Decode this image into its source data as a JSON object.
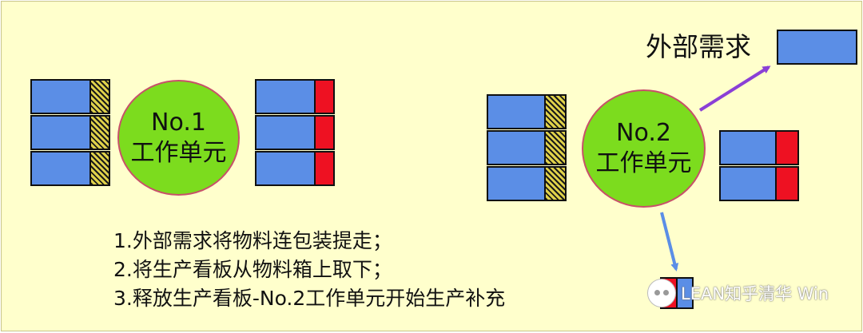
{
  "cell1": {
    "line1": "No.1",
    "line2": "工作单元"
  },
  "cell2": {
    "line1": "No.2",
    "line2": "工作单元"
  },
  "external_demand": "外部需求",
  "steps": [
    "1.外部需求将物料连包装提走；",
    "2.将生产看板从物料箱上取下；",
    "3.释放生产看板-No.2工作单元开始生产补充"
  ],
  "watermark": "LEAN知乎清华 Win",
  "colors": {
    "background": "#ffffcc",
    "bin": "#5b8ee6",
    "production_kanban": "#ee1122",
    "withdrawal_kanban": "#e0d24a",
    "cell": "#7cdc1e",
    "arrow_demand": "#8a3fd6",
    "arrow_replenish": "#5b8ee6"
  },
  "icons": [
    "hatched-kanban-icon",
    "red-kanban-icon",
    "wechat-icon"
  ]
}
